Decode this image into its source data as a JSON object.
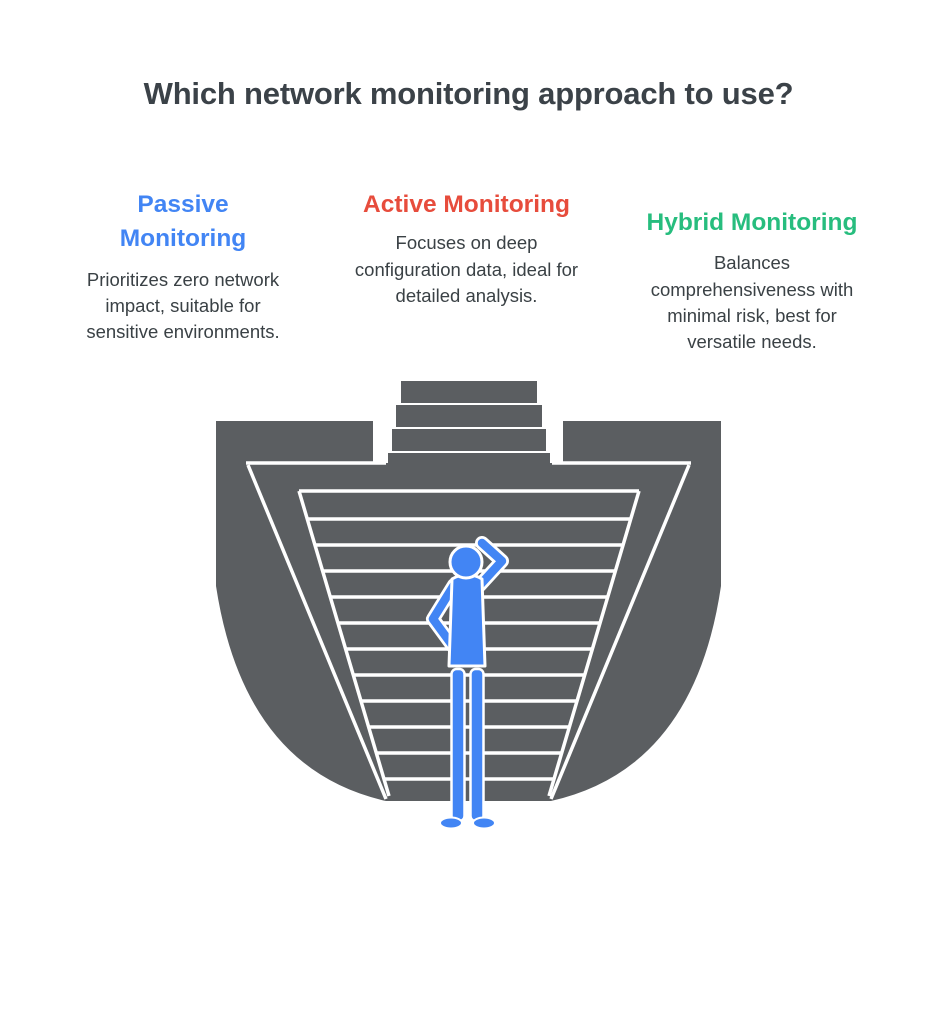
{
  "title": "Which network monitoring approach to use?",
  "columns": [
    {
      "heading": "Passive Monitoring",
      "description": "Prioritizes zero network impact, suitable for sensitive environments.",
      "color": "#4285f4"
    },
    {
      "heading": "Active Monitoring",
      "description": "Focuses on deep configuration data, ideal for detailed analysis.",
      "color": "#e74c3c"
    },
    {
      "heading": "Hybrid Monitoring",
      "description": "Balances comprehensiveness with minimal risk, best for versatile needs.",
      "color": "#27bd7e"
    }
  ],
  "illustration": {
    "name": "converging-staircase-with-thinking-person",
    "structure_color": "#5b5e61",
    "figure_color": "#4285f4",
    "background": "#ffffff"
  }
}
